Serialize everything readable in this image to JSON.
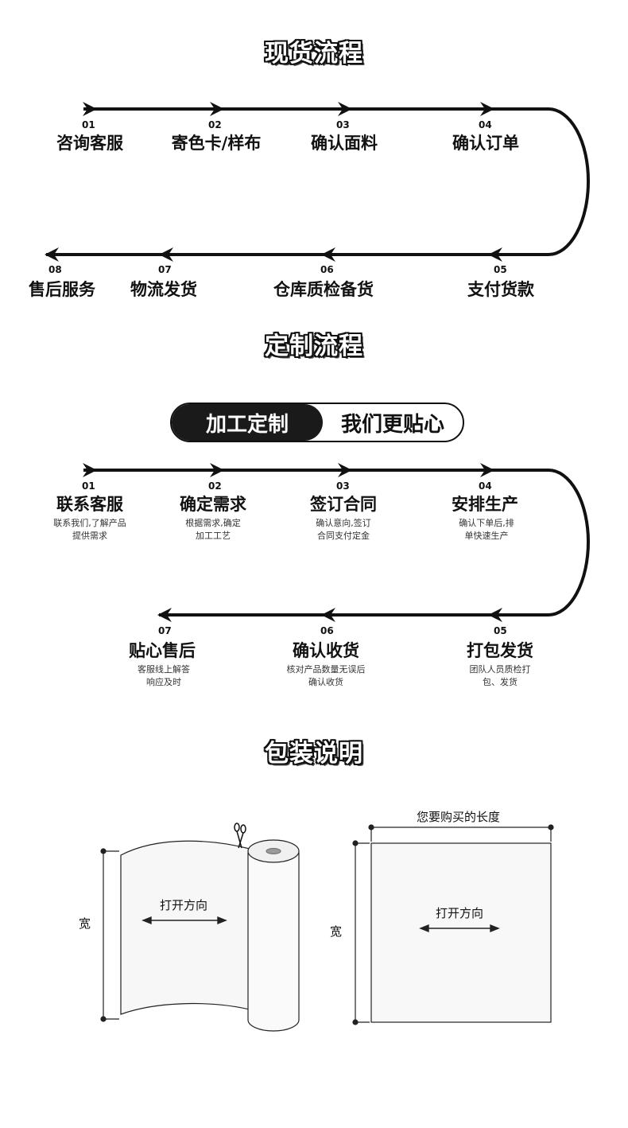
{
  "stock_flow": {
    "title": "现货流程",
    "steps": [
      {
        "num": "01",
        "label": "咨询客服"
      },
      {
        "num": "02",
        "label": "寄色卡/样布"
      },
      {
        "num": "03",
        "label": "确认面料"
      },
      {
        "num": "04",
        "label": "确认订单"
      },
      {
        "num": "05",
        "label": "支付货款"
      },
      {
        "num": "06",
        "label": "仓库质检备货"
      },
      {
        "num": "07",
        "label": "物流发货"
      },
      {
        "num": "08",
        "label": "售后服务"
      }
    ]
  },
  "custom_flow": {
    "title": "定制流程",
    "pill_left": "加工定制",
    "pill_right": "我们更贴心",
    "steps": [
      {
        "num": "01",
        "label": "联系客服",
        "desc_line1": "联系我们,了解产品",
        "desc_line2": "提供需求"
      },
      {
        "num": "02",
        "label": "确定需求",
        "desc_line1": "根据需求,确定",
        "desc_line2": "加工工艺"
      },
      {
        "num": "03",
        "label": "签订合同",
        "desc_line1": "确认意向,签订",
        "desc_line2": "合同支付定金"
      },
      {
        "num": "04",
        "label": "安排生产",
        "desc_line1": "确认下单后,排",
        "desc_line2": "单快速生产"
      },
      {
        "num": "05",
        "label": "打包发货",
        "desc_line1": "团队人员质检打",
        "desc_line2": "包、发货"
      },
      {
        "num": "06",
        "label": "确认收货",
        "desc_line1": "核对产品数量无误后",
        "desc_line2": "确认收货"
      },
      {
        "num": "07",
        "label": "贴心售后",
        "desc_line1": "客服线上解答",
        "desc_line2": "响应及时"
      }
    ]
  },
  "packaging": {
    "title": "包装说明",
    "width_label_left": "宽",
    "direction_left": "打开方向",
    "length_label": "您要购买的长度",
    "width_label_right": "宽",
    "direction_right": "打开方向"
  },
  "colors": {
    "ink": "#111111",
    "pill_dark": "#1a1a1a"
  },
  "icons": [
    "arrow-head-icon",
    "scissors-icon",
    "fabric-roll-icon"
  ]
}
